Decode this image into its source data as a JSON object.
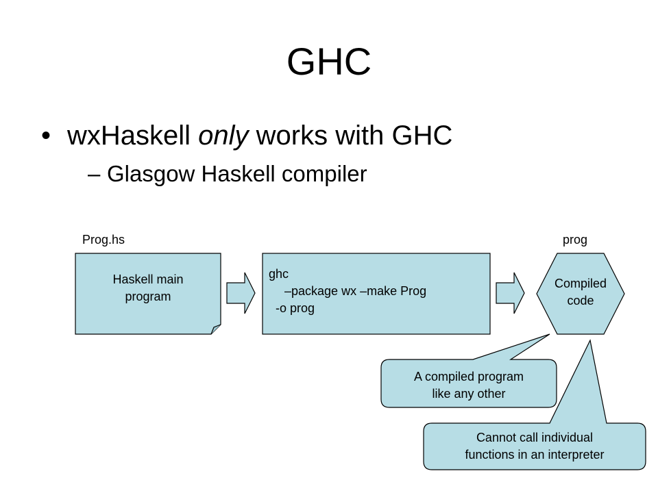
{
  "slide": {
    "title": "GHC",
    "bullet1": {
      "before": "wxHaskell ",
      "emphasis": "only",
      "after": " works with GHC"
    },
    "bullet2": "Glasgow Haskell compiler"
  },
  "diagram": {
    "source_file_label": "Prog.hs",
    "output_file_label": "prog",
    "source_doc": {
      "line1": "Haskell main",
      "line2": "program"
    },
    "compiler_cmd": {
      "line1": "ghc",
      "line2": "–package wx –make Prog",
      "line3": "-o prog"
    },
    "output_node": {
      "line1": "Compiled",
      "line2": "code"
    },
    "callout1": {
      "line1": "A compiled program",
      "line2": "like any other"
    },
    "callout2": {
      "line1": "Cannot call individual",
      "line2": "functions in an interpreter"
    },
    "colors": {
      "fill": "#b7dde5",
      "stroke": "#000000"
    }
  }
}
